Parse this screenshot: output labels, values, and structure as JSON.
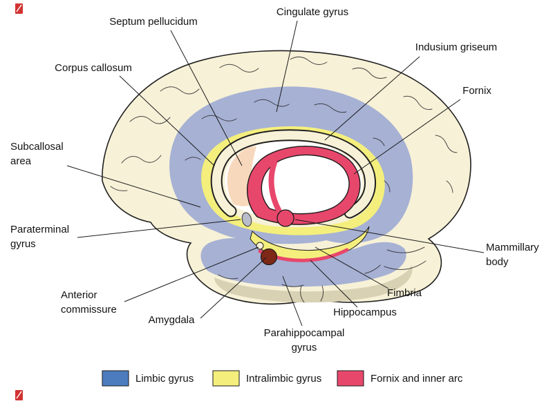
{
  "figure": {
    "background": "#ffffff",
    "type": "anatomical-diagram",
    "subject": "Limbic system, medial (sagittal) view of brain"
  },
  "colors": {
    "brain_fill": "#f7f1d7",
    "brain_outline": "#1f1f1f",
    "limbic_region": "#a6b1d4",
    "intralimbic_region": "#f4ef7d",
    "fornix_region": "#e8476c",
    "septum_fill": "#f8d8bc",
    "amygdala_fill": "#7e2817",
    "paraterminal_fill": "#b9bcc9",
    "shadow_fill": "#d8d1b4",
    "interior_fill": "#ffffff",
    "watermark_red": "#d23333"
  },
  "labels": {
    "septum_pellucidum": "Septum pellucidum",
    "cingulate_gyrus": "Cingulate gyrus",
    "indusium_griseum": "Indusium griseum",
    "fornix": "Fornix",
    "corpus_callosum": "Corpus callosum",
    "subcallosal_area": {
      "line1": "Subcallosal",
      "line2": "area"
    },
    "paraterminal_gyrus": {
      "line1": "Paraterminal",
      "line2": "gyrus"
    },
    "anterior_commissure": {
      "line1": "Anterior",
      "line2": "commissure"
    },
    "amygdala": "Amygdala",
    "parahippocampal_gyrus": {
      "line1": "Parahippocampal",
      "line2": "gyrus"
    },
    "hippocampus": "Hippocampus",
    "fimbria": "Fimbria",
    "mammillary_body": {
      "line1": "Mammillary",
      "line2": "body"
    }
  },
  "legend": {
    "items": [
      {
        "label": "Limbic gyrus",
        "color": "#4d7cbe"
      },
      {
        "label": "Intralimbic gyrus",
        "color": "#f4ef7d"
      },
      {
        "label": "Fornix and inner arc",
        "color": "#e8476c"
      }
    ]
  }
}
